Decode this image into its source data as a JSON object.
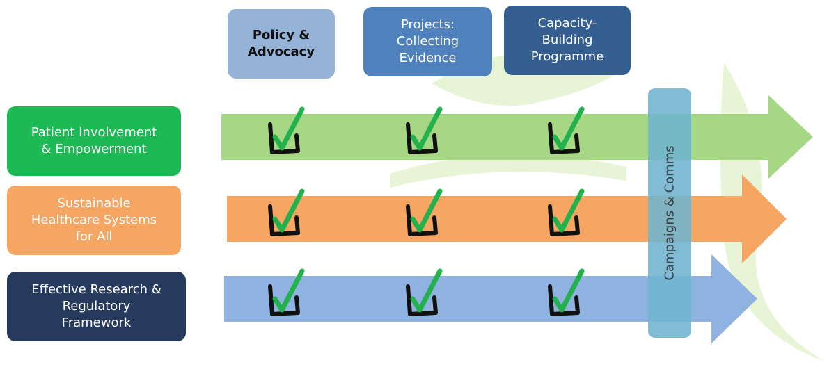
{
  "columns": [
    {
      "label": "Policy &\nAdvocacy",
      "color": "#95b3d7",
      "text_color": "#111111",
      "bold": true
    },
    {
      "label": "Projects:\nCollecting\nEvidence",
      "color": "#4f81bd",
      "text_color": "#ffffff",
      "bold": false
    },
    {
      "label": "Capacity-\nBuilding\nProgramme",
      "color": "#365f91",
      "text_color": "#ffffff",
      "bold": false
    }
  ],
  "rows": [
    {
      "label": "Patient Involvement\n& Empowerment",
      "color": "#1db954",
      "arrow_color": "#a6d785",
      "checks": [
        true,
        true,
        true
      ]
    },
    {
      "label": "Sustainable\nHealthcare Systems\nfor All",
      "color": "#f5a663",
      "arrow_color": "#f5a663",
      "checks": [
        true,
        true,
        true
      ]
    },
    {
      "label": "Effective Research &\nRegulatory\nFramework",
      "color": "#263a5e",
      "arrow_color": "#8fb2e0",
      "checks": [
        true,
        true,
        true
      ]
    }
  ],
  "campaigns": {
    "label": "Campaigns & Comms",
    "color": "#6fb5cf"
  },
  "colors": {
    "check_box": "#111111",
    "check_mark": "#22b14c",
    "watermark": "#e7f4d6"
  }
}
